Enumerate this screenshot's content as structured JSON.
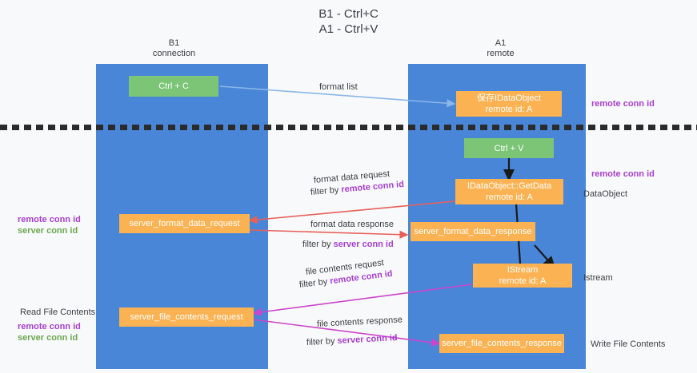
{
  "title": "B1 - Ctrl+C\nA1 - Ctrl+V",
  "columns": {
    "left": {
      "header": "B1\nconnection"
    },
    "right": {
      "header": "A1\nremote"
    }
  },
  "nodes": {
    "ctrl_c": "Ctrl + C",
    "save_idataobject": "保存IDataObject\nremote id: A",
    "ctrl_v": "Ctrl + V",
    "getdata": "IDataObject::GetData\nremote id: A",
    "server_format_data_request": "server_format_data_request",
    "server_format_data_response": "server_format_data_response",
    "istream": "IStream\nremote id: A",
    "server_file_contents_request": "server_file_contents_request",
    "server_file_contents_response": "server_file_contents_response"
  },
  "edge_labels": {
    "format_list": "format list",
    "format_data_request": "format data request",
    "format_data_request_filter_prefix": "filter by ",
    "format_data_request_filter_key": "remote conn id",
    "format_data_response": "format data response",
    "format_data_response_filter_prefix": "filter by ",
    "format_data_response_filter_key": "server conn id",
    "file_contents_request": "file contents request",
    "file_contents_request_filter_prefix": "filter by ",
    "file_contents_request_filter_key": "remote conn id",
    "file_contents_response": "file contents response",
    "file_contents_response_filter_prefix": "filter by ",
    "file_contents_response_filter_key": "server conn id"
  },
  "right_annotations": {
    "remote_conn_id_top": "remote conn id",
    "remote_conn_id_mid": "remote conn id",
    "dataobject": "DataObject",
    "istream": "Istream",
    "write_file_contents": "Write File Contents"
  },
  "left_annotations": {
    "remote_conn_id_mid": "remote conn id",
    "server_conn_id_mid": "server conn id",
    "read_file_contents": "Read File Contents",
    "remote_conn_id_bottom": "remote conn id",
    "server_conn_id_bottom": "server conn id"
  },
  "colors": {
    "lane": "#4a86d8",
    "node_green": "#7cc576",
    "node_orange": "#fbb252",
    "accent_purple": "#a83fd1",
    "accent_green": "#6aa84f",
    "wire_blue": "#8ab6e8",
    "wire_red": "#e8605a",
    "wire_magenta": "#cc44cc",
    "wire_black": "#1a1a1a",
    "background": "#f8f9fa"
  }
}
